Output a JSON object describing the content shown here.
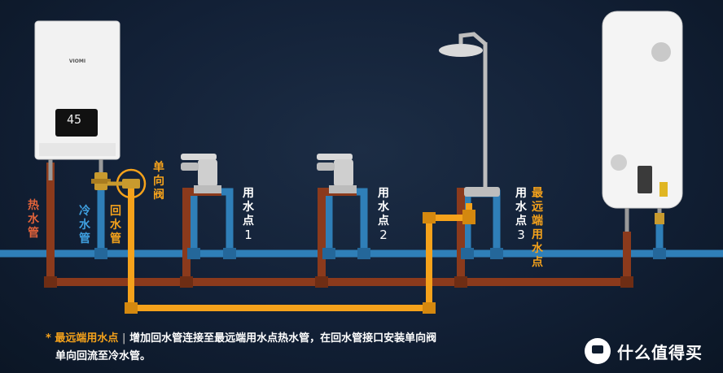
{
  "labels": {
    "hot_pipe": "热水管",
    "cold_pipe": "冷水管",
    "return_pipe": "回水管",
    "check_valve": "单向阀",
    "point1": "用水点",
    "point1_num": "1",
    "point2": "用水点",
    "point2_num": "2",
    "point3": "用水点",
    "point3_num": "3",
    "farthest": "最远端用水点"
  },
  "heater": {
    "brand": "VIOMI",
    "display_value": "45"
  },
  "note": {
    "star": "*",
    "highlight": "最远端用水点",
    "separator": "|",
    "line1": "增加回水管连接至最远端用水点热水管，在回水管接口安装单向阀",
    "line2": "单向回流至冷水管。"
  },
  "watermark": {
    "text": "什么值得买",
    "icon": "smzdm-logo-icon"
  },
  "colors": {
    "hot": "#8b3a1c",
    "cold": "#2f7fb8",
    "return": "#f5a21b",
    "background": "#122036"
  }
}
